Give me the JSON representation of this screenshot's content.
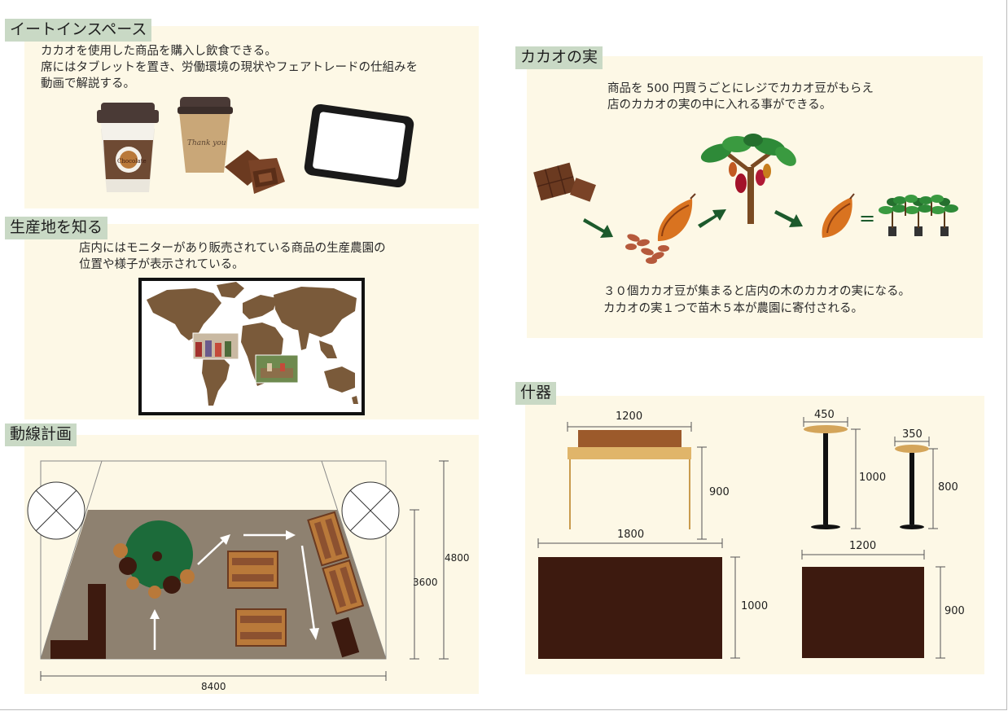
{
  "eat_in": {
    "title": "イートインスペース",
    "lines": [
      "カカオを使用した商品を購入し飲食できる。",
      "席にはタブレットを置き、労働環境の現状やフェアトレードの仕組みを",
      "動画で解説する。"
    ],
    "cup_text": "Chocolate",
    "cup2_text": "Thank you"
  },
  "origin": {
    "title": "生産地を知る",
    "lines": [
      "店内にはモニターがあり販売されている商品の生産農園の",
      "位置や様子が表示されている。"
    ]
  },
  "flow": {
    "title": "動線計画",
    "dims": {
      "width": "8400",
      "depth_inner": "3600",
      "depth_outer": "4800"
    }
  },
  "cacao": {
    "title": "カカオの実",
    "lines_top": [
      "商品を 500 円買うごとにレジでカカオ豆がもらえ",
      "店のカカオの実の中に入れる事ができる。"
    ],
    "equals": "=",
    "lines_bottom": [
      "３０個カカオ豆が集まると店内の木のカカオの実になる。",
      "カカオの実１つで苗木５本が農園に寄付される。"
    ]
  },
  "fixtures": {
    "title": "什器",
    "dims": {
      "counter_top_w": "1200",
      "counter_h": "900",
      "counter_base_w": "1800",
      "counter_base_d": "1000",
      "stool_big_w": "450",
      "stool_big_h": "1000",
      "stool_small_w": "350",
      "stool_small_h": "800",
      "table_w": "1200",
      "table_d": "900"
    }
  },
  "colors": {
    "panel": "#fdf8e6",
    "tag": "#c9d9c5",
    "brown_dark": "#3d1a0f",
    "floor": "#8e8170",
    "green": "#1c6b3a",
    "wood": "#b9793a",
    "map": "#7a5a3a"
  }
}
